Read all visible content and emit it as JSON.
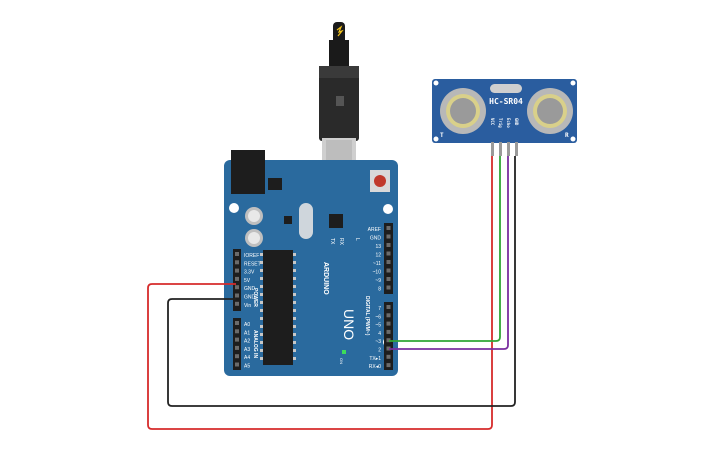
{
  "sensor": {
    "name": "HC-SR04",
    "pins": [
      "VCC",
      "Trig",
      "Echo",
      "GND"
    ],
    "corner_left": "T",
    "corner_right": "R"
  },
  "board": {
    "brand": "ARDUINO",
    "model": "UNO",
    "power_label": "POWER",
    "analog_label": "ANALOG IN",
    "digital_label": "DIGITAL (PWM~)",
    "on_label": "ON",
    "led_labels": [
      "TX",
      "RX",
      "L"
    ],
    "power_pins": [
      "IOREF",
      "RESET",
      "3.3V",
      "5V",
      "GND",
      "GND",
      "Vin"
    ],
    "analog_pins": [
      "A0",
      "A1",
      "A2",
      "A3",
      "A4",
      "A5"
    ],
    "top_header_pins": [
      "AREF",
      "GND",
      "13",
      "12",
      "~11",
      "~10",
      "~9",
      "8"
    ],
    "bottom_header_pins": [
      "7",
      "~6",
      "~5",
      "4",
      "~3",
      "2",
      "TX▸1",
      "RX◂0"
    ]
  },
  "colors": {
    "board": "#2a6a9e",
    "sensor": "#2a5d9f",
    "wire_red": "#d62b2b",
    "wire_black": "#222222",
    "wire_green": "#2fa535",
    "wire_purple": "#7a2ea0"
  }
}
